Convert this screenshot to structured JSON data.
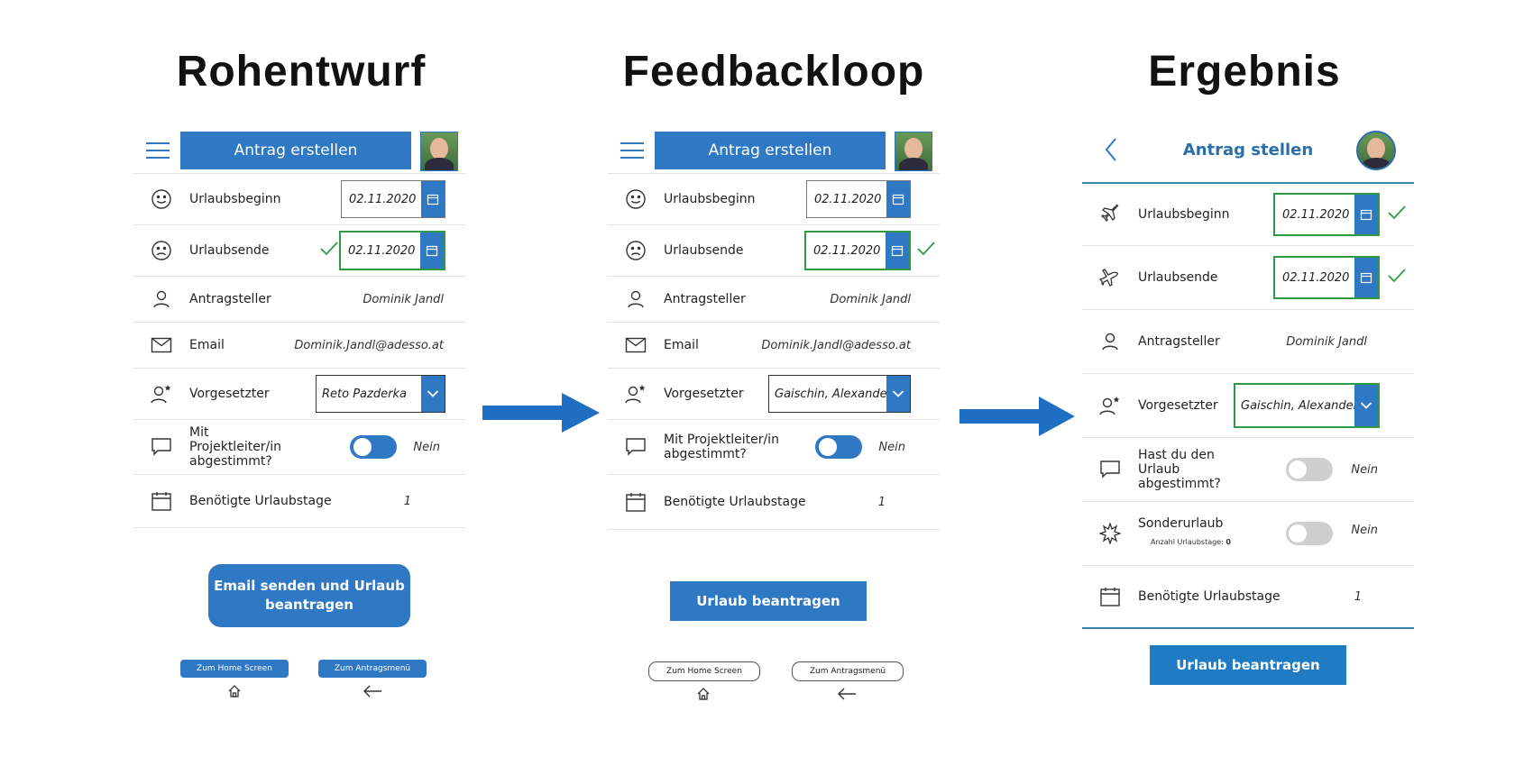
{
  "titles": {
    "left": "Rohentwurf",
    "middle": "Feedbackloop",
    "right": "Ergebnis"
  },
  "colors": {
    "accent": "#2f78c4",
    "ok_green": "#2e9a46",
    "teal": "#3a88a8"
  },
  "draft": {
    "header": "Antrag erstellen",
    "labels": {
      "start": "Urlaubsbeginn",
      "end": "Urlaubsende",
      "applicant": "Antragsteller",
      "email": "Email",
      "supervisor": "Vorgesetzter",
      "pm": "Mit Projektleiter/in abgestimmt?",
      "days": "Benötigte Urlaubstage"
    },
    "values": {
      "start_date": "02.11.2020",
      "end_date": "02.11.2020",
      "applicant": "Dominik Jandl",
      "email": "Dominik.Jandl@adesso.at",
      "supervisor": "Reto Pazderka",
      "pm_toggle": "Nein",
      "days": "1"
    },
    "submit": "Email senden und Urlaub beantragen",
    "home_button": "Zum Home Screen",
    "menu_button": "Zum Antragsmenü"
  },
  "feedback": {
    "header": "Antrag erstellen",
    "labels": {
      "start": "Urlaubsbeginn",
      "end": "Urlaubsende",
      "applicant": "Antragsteller",
      "email": "Email",
      "supervisor": "Vorgesetzter",
      "pm": "Mit Projektleiter/in abgestimmt?",
      "days": "Benötigte Urlaubstage"
    },
    "values": {
      "start_date": "02.11.2020",
      "end_date": "02.11.2020",
      "applicant": "Dominik Jandl",
      "email": "Dominik.Jandl@adesso.at",
      "supervisor": "Gaischin, Alexander",
      "pm_toggle": "Nein",
      "days": "1"
    },
    "submit": "Urlaub beantragen",
    "home_button": "Zum Home Screen",
    "menu_button": "Zum Antragsmenü"
  },
  "result": {
    "header": "Antrag stellen",
    "labels": {
      "start": "Urlaubsbeginn",
      "end": "Urlaubsende",
      "applicant": "Antragsteller",
      "supervisor": "Vorgesetzter",
      "agreed": "Hast du den Urlaub abgestimmt?",
      "special": "Sonderurlaub",
      "special_sub": "Anzahl Urlaubstage:",
      "days": "Benötigte Urlaubstage"
    },
    "values": {
      "start_date": "02.11.2020",
      "end_date": "02.11.2020",
      "applicant": "Dominik Jandl",
      "supervisor": "Gaischin, Alexander",
      "agreed_toggle": "Nein",
      "special_toggle": "Nein",
      "special_days": "0",
      "days": "1"
    },
    "submit": "Urlaub beantragen"
  }
}
